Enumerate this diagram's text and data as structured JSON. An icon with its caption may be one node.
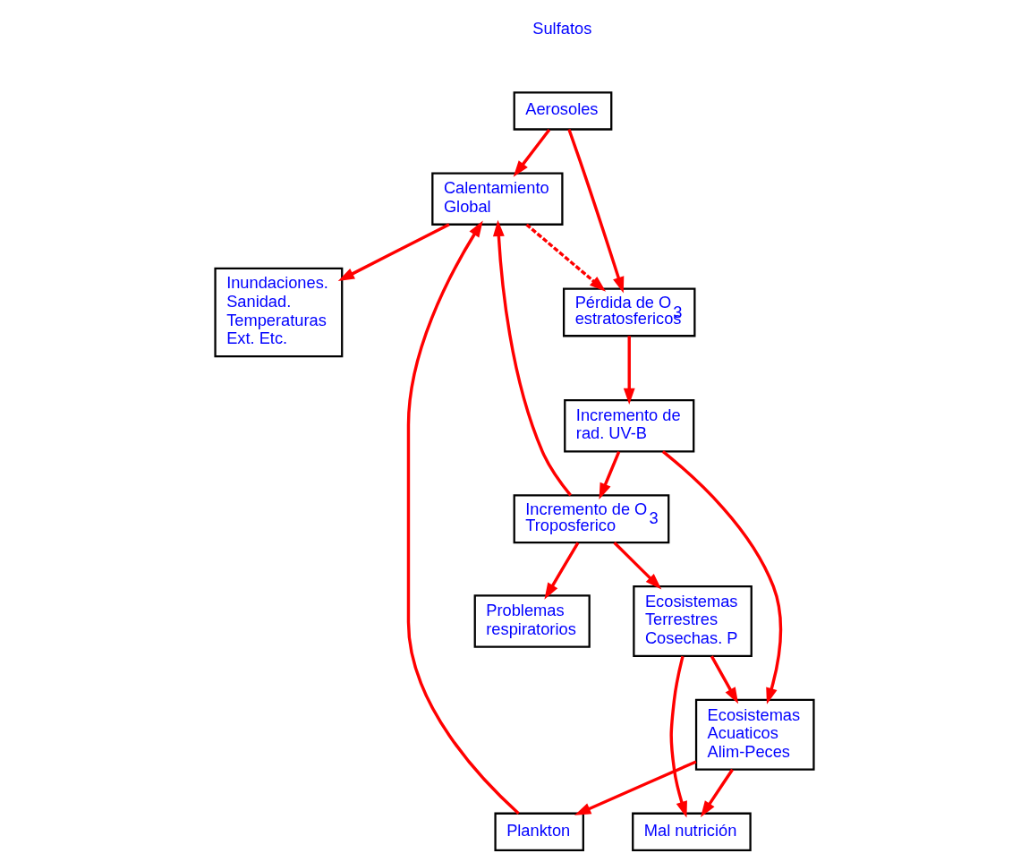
{
  "diagram": {
    "nodes": [
      {
        "text": [
          "Aerosoles"
        ],
        "beside": [
          "Sulfatos"
        ]
      },
      {
        "text": [
          "Calentamiento Global"
        ]
      },
      {
        "text": [
          "Pérdida de O$_{3}$ estratosfericos"
        ]
      },
      {
        "text": [
          "Plankton"
        ]
      },
      {
        "text": [
          "Ecosistemas Terrestres Cosechas. P"
        ]
      },
      {
        "text": [
          "Incremento de rad. UV-B"
        ]
      },
      {
        "text": [
          "Ecosistemas Acuaticos Alim-Peces"
        ]
      },
      {
        "text": [
          "Mal nutrición"
        ]
      },
      {
        "text": [
          "Incremento de O$_{3}$ Troposferico"
        ]
      },
      {
        "text": [
          "Inundaciones. Sanidad. Temperaturas Ext. Etc."
        ]
      },
      {
        "text": [
          "Problemas respiratorios"
        ]
      }
    ],
    "edges": [
      {
        "from": 0,
        "to": 1,
        "arrow": "to"
      },
      {
        "from": 0,
        "to": 2,
        "arrow": "to"
      },
      {
        "from": 1,
        "to": 2,
        "arrow": "to",
        "style": "dashed"
      },
      {
        "from": 2,
        "to": 5,
        "arrow": "to"
      },
      {
        "from": 5,
        "to": 6,
        "arrow": "to"
      },
      {
        "from": 3,
        "to": 1,
        "arrow": "to"
      },
      {
        "from": 6,
        "to": 3,
        "arrow": "to"
      },
      {
        "from": 4,
        "to": 6,
        "arrow": "to"
      },
      {
        "from": 4,
        "to": 7,
        "arrow": "to"
      },
      {
        "from": 6,
        "to": 7,
        "arrow": "to"
      },
      {
        "from": 5,
        "to": 8,
        "arrow": "to"
      },
      {
        "from": 8,
        "to": 4,
        "arrow": "to"
      },
      {
        "from": 8,
        "to": 1,
        "arrow": "to"
      },
      {
        "from": 1,
        "to": 9,
        "arrow": "to"
      },
      {
        "from": 8,
        "to": 10,
        "arrow": "to"
      }
    ]
  }
}
